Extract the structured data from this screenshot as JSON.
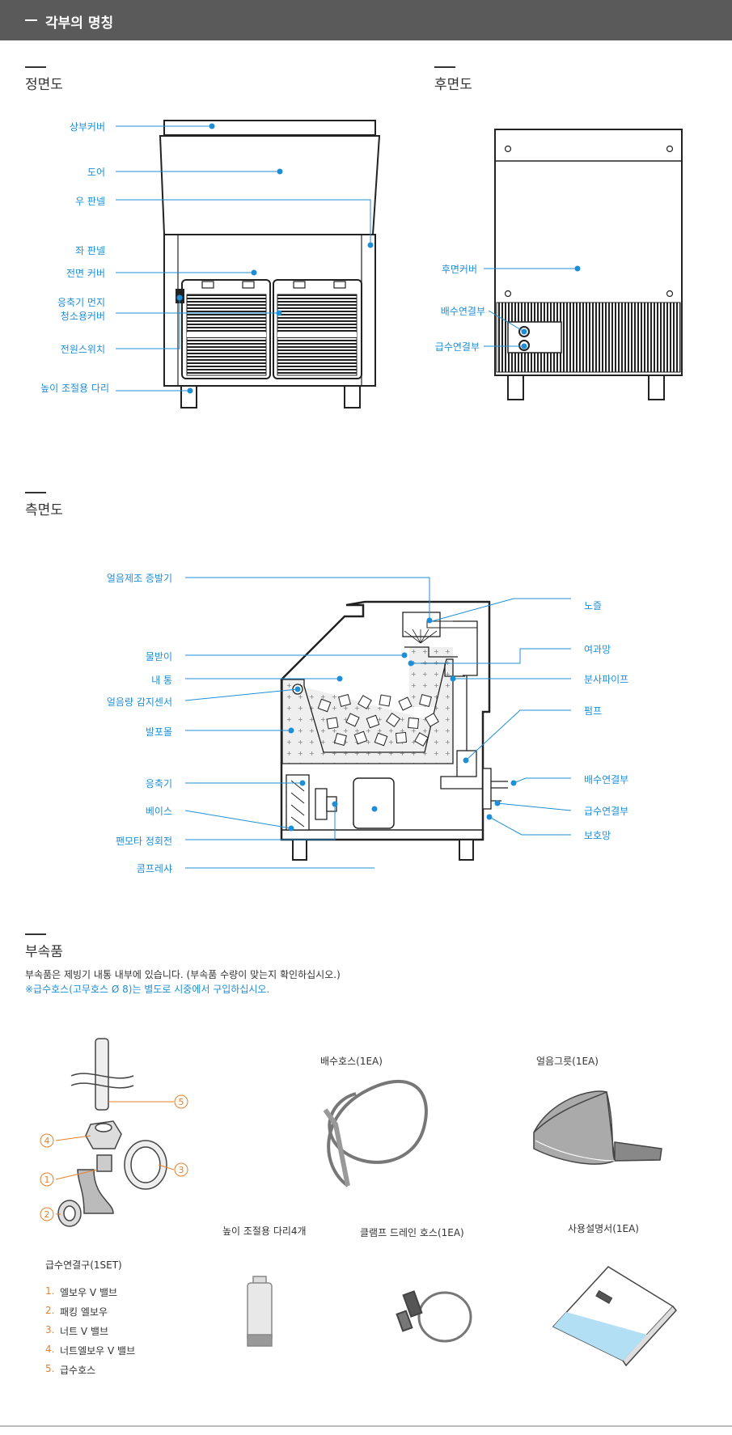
{
  "header": {
    "title": "각부의 명칭"
  },
  "front": {
    "title": "정면도",
    "labels": [
      "상부커버",
      "도어",
      "우 판넬",
      "좌 판넬",
      "전면 커버",
      "응축기 먼지",
      "청소용커버",
      "전원스위치",
      "높이 조절용 다리"
    ]
  },
  "rear": {
    "title": "후면도",
    "labels": [
      "후면커버",
      "배수연결부",
      "급수연결부"
    ]
  },
  "side": {
    "title": "측면도",
    "left_labels": [
      "얼음제조 증발기",
      "물받이",
      "내 통",
      "얼음량 감지센서",
      "발포몰",
      "응축기",
      "베이스",
      "팬모타 정회전",
      "콤프레샤"
    ],
    "right_labels": [
      "노즐",
      "여과망",
      "분사파이프",
      "펌프",
      "배수연결부",
      "급수연결부",
      "보호망"
    ]
  },
  "accessories": {
    "title": "부속품",
    "desc1": "부속품은 제빙기 내통 내부에 있습니다. (부속품 수량이 맞는지 확인하십시오.)",
    "desc2": "※급수호스(고무호스 Ø 8)는  별도로 시중에서 구입하십시오.",
    "callouts": [
      "5",
      "4",
      "3",
      "1",
      "2"
    ],
    "kit_title": "급수연결구(1SET)",
    "kit_items": [
      {
        "n": "1.",
        "t": "엘보우 V 밸브"
      },
      {
        "n": "2.",
        "t": "패킹 엘보우"
      },
      {
        "n": "3.",
        "t": "너트 V 밸브"
      },
      {
        "n": "4.",
        "t": "너트엘보우 V 밸브"
      },
      {
        "n": "5.",
        "t": "급수호스"
      }
    ],
    "items": [
      "배수호스(1EA)",
      "얼음그릇(1EA)",
      "높이 조절용 다리4개",
      "클램프 드레인 호스(1EA)",
      "사용설명서(1EA)"
    ]
  },
  "colors": {
    "accent": "#1e8fd6",
    "header_bg": "#5a5a5a",
    "number": "#e8802b"
  }
}
